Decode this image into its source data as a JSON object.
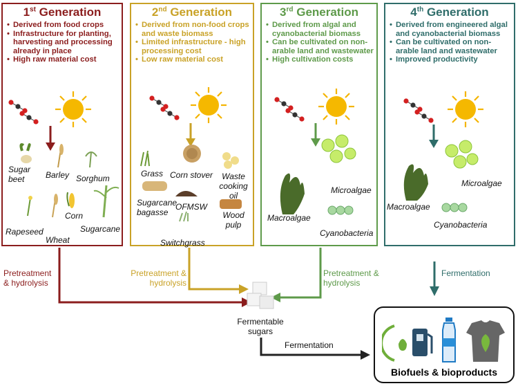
{
  "generations": [
    {
      "num": "1",
      "sup": "st",
      "word": "Generation",
      "color": "#8b1d1d",
      "bullets": [
        "Derived from food crops",
        "Infrastructure for planting, harvesting and processing already in place",
        "High raw material cost"
      ],
      "items": [
        "Sugar beet",
        "Barley",
        "Sorghum",
        "Corn",
        "Rapeseed",
        "Wheat",
        "Sugarcane"
      ]
    },
    {
      "num": "2",
      "sup": "nd",
      "word": "Generation",
      "color": "#c9a227",
      "bullets": [
        "Derived from non-food crops and waste biomass",
        "Limited infrastructure - high processing cost",
        "Low raw material cost"
      ],
      "items": [
        "Grass",
        "Corn stover",
        "Waste cooking oil",
        "Sugarcane bagasse",
        "OFMSW",
        "Wood pulp",
        "Switchgrass"
      ]
    },
    {
      "num": "3",
      "sup": "rd",
      "word": "Generation",
      "color": "#5e9a4a",
      "bullets": [
        "Derived from algal and cyanobacterial biomass",
        "Can be cultivated on non-arable land and wastewater",
        "High cultivation costs"
      ],
      "items": [
        "Microalgae",
        "Macroalgae",
        "Cyanobacteria"
      ]
    },
    {
      "num": "4",
      "sup": "th",
      "word": "Generation",
      "color": "#2f6d6a",
      "bullets": [
        "Derived from engineered algal and cyanobacterial biomass",
        "Can be cultivated on non-arable land and wastewater",
        "Improved productivity"
      ],
      "items": [
        "Microalgae",
        "Macroalgae",
        "Cyanobacteria"
      ]
    }
  ],
  "flow": {
    "pretreatment_1": "Pretreatment & hydrolysis",
    "pretreatment_2": "Pretreatment & hydrolysis",
    "pretreatment_3": "Pretreatment & hydrolysis",
    "fermentation_4": "Fermentation",
    "fermentable_sugars": "Fermentable sugars",
    "fermentation_bottom": "Fermentation",
    "output": "Biofuels & bioproducts"
  },
  "icons": [
    "co2-molecule-icon",
    "sun-icon",
    "sugar-cubes-icon",
    "fuel-pump-icon",
    "bottle-icon",
    "tshirt-icon"
  ]
}
